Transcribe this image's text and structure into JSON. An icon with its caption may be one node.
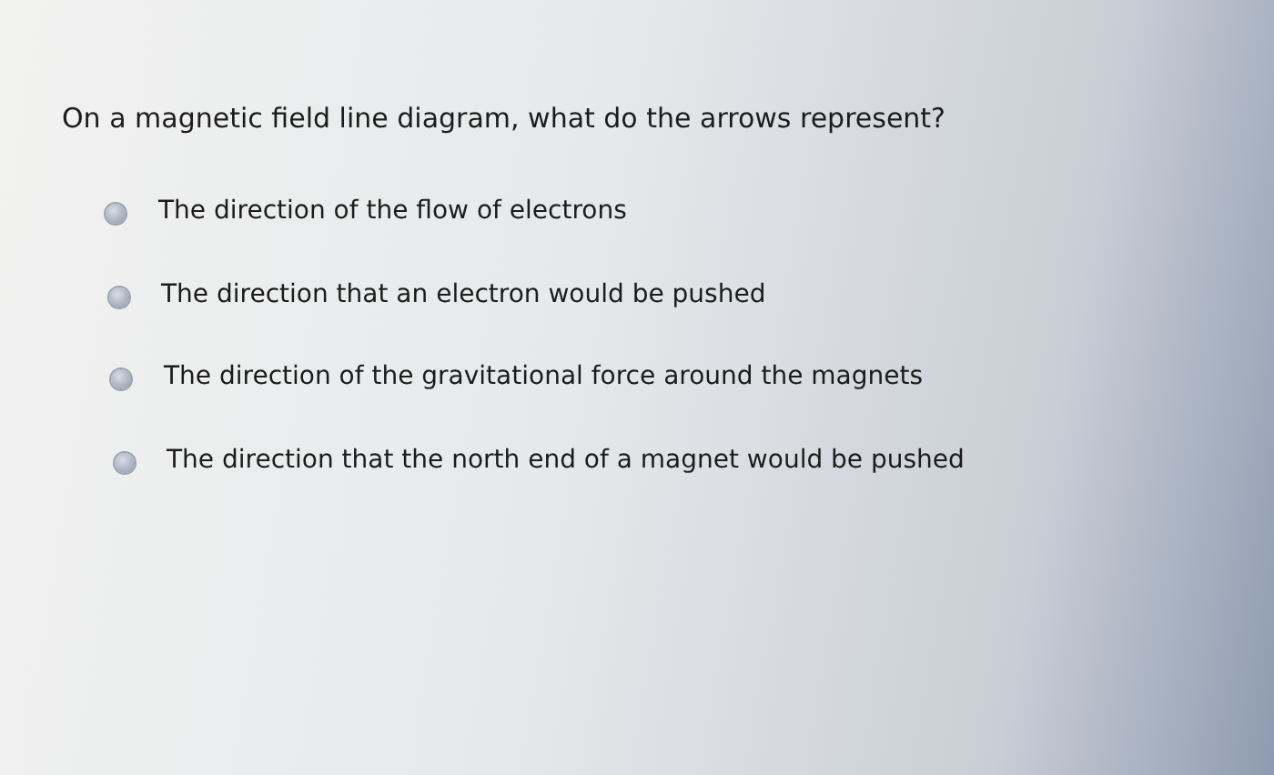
{
  "diagram": {
    "title": "On a magnetic field line diagram, what do the arrows represent?",
    "labels": [
      "The direction of the flow of electrons",
      "The direction that an electron would be pushed",
      "The direction of the gravitational force around the magnets",
      "The direction that the north end of a magnet would be pushed"
    ]
  }
}
